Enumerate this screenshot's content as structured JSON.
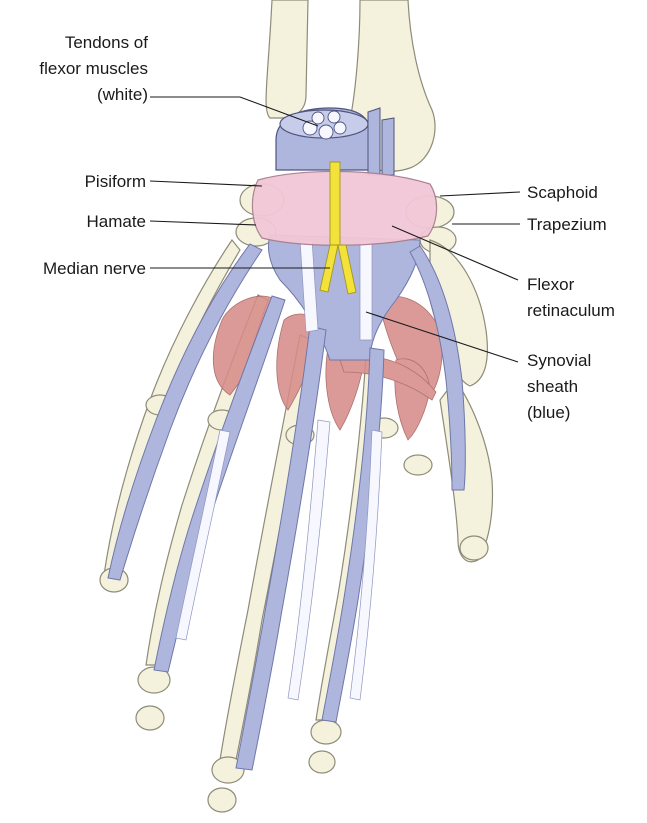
{
  "labels": {
    "tendons_line1": "Tendons of",
    "tendons_line2": "flexor muscles",
    "tendons_line3": "(white)",
    "pisiform": "Pisiform",
    "hamate": "Hamate",
    "median_nerve": "Median nerve",
    "scaphoid": "Scaphoid",
    "trapezium": "Trapezium",
    "flexor_line1": "Flexor",
    "flexor_line2": "retinaculum",
    "synovial_line1": "Synovial",
    "synovial_line2": "sheath",
    "synovial_line3": "(blue)"
  },
  "colors": {
    "bone_fill": "#f4f1dc",
    "bone_outline": "#8e8b78",
    "sheath_blue": "#aeb6dd",
    "sheath_outline": "#6f77a8",
    "tendon_white": "#f7f7ff",
    "nerve_yellow": "#f2e23a",
    "muscle_pink": "#d78d8a",
    "retinaculum_pink": "#f2c7d6"
  }
}
